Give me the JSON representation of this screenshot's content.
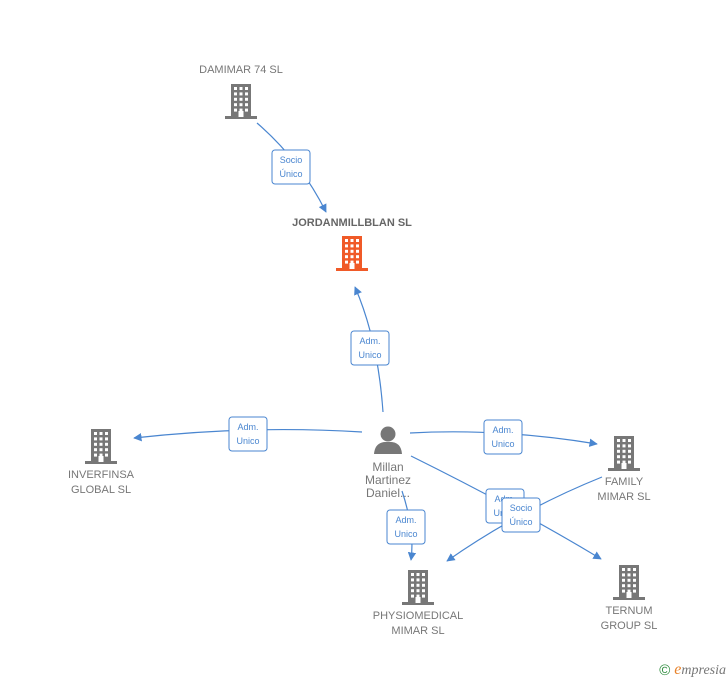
{
  "colors": {
    "edge": "#4a86d0",
    "building": "#777777",
    "building_main": "#f05a28",
    "person": "#777777"
  },
  "nodes": [
    {
      "id": "damimar",
      "lines": [
        "DAMIMAR 74 SL"
      ],
      "type": "company",
      "main": false
    },
    {
      "id": "jordan",
      "lines": [
        "JORDANMILLBLAN SL"
      ],
      "type": "company",
      "main": true
    },
    {
      "id": "inverfinsa",
      "lines": [
        "INVERFINSA",
        "GLOBAL SL"
      ],
      "type": "company",
      "main": false
    },
    {
      "id": "family",
      "lines": [
        "FAMILY",
        "MIMAR SL"
      ],
      "type": "company",
      "main": false
    },
    {
      "id": "physio",
      "lines": [
        "PHYSIOMEDICAL",
        "MIMAR SL"
      ],
      "type": "company",
      "main": false
    },
    {
      "id": "ternum",
      "lines": [
        "TERNUM",
        "GROUP SL"
      ],
      "type": "company",
      "main": false
    },
    {
      "id": "millan",
      "lines": [
        "Millan",
        "Martinez",
        "Daniel..."
      ],
      "type": "person",
      "main": false
    }
  ],
  "edges": [
    {
      "from": "damimar",
      "to": "jordan",
      "label": [
        "Socio",
        "Único"
      ]
    },
    {
      "from": "millan",
      "to": "jordan",
      "label": [
        "Adm.",
        "Unico"
      ]
    },
    {
      "from": "millan",
      "to": "inverfinsa",
      "label": [
        "Adm.",
        "Unico"
      ]
    },
    {
      "from": "millan",
      "to": "family",
      "label": [
        "Adm.",
        "Unico"
      ]
    },
    {
      "from": "millan",
      "to": "physio",
      "label": [
        "Adm.",
        "Unico"
      ]
    },
    {
      "from": "millan",
      "to": "ternum",
      "label": [
        "Adm.",
        "Unico"
      ]
    },
    {
      "from": "family",
      "to": "physio",
      "label": [
        "Socio",
        "Único"
      ]
    }
  ],
  "footer": {
    "copyright_symbol": "©",
    "brand_initial": "e",
    "brand_rest": "mpresia"
  }
}
